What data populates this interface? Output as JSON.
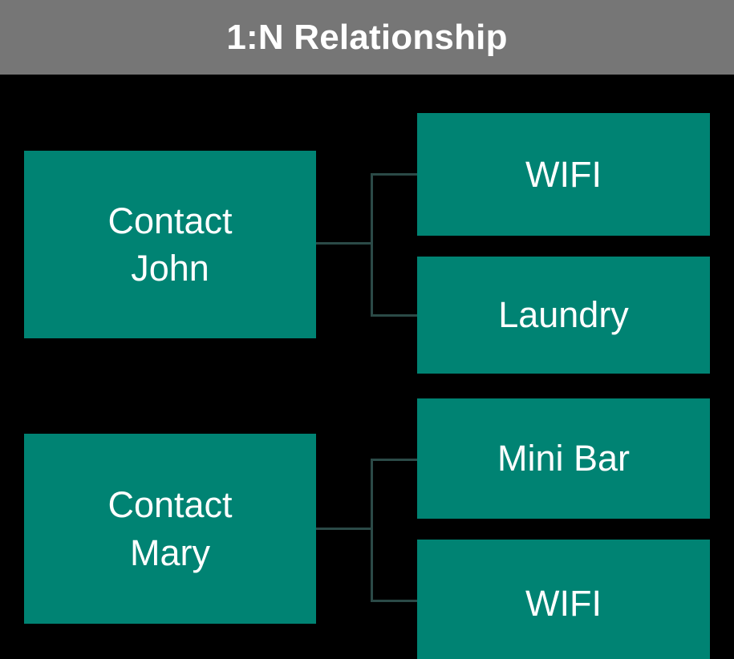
{
  "header": {
    "title": "1:N Relationship",
    "background_color": "#767676",
    "text_color": "#ffffff"
  },
  "canvas": {
    "background_color": "#000000",
    "node_color": "#008373",
    "node_text_color": "#ffffff",
    "connector_color": "#2b4a47"
  },
  "diagram": {
    "groups": [
      {
        "parent": {
          "label": "Contact\nJohn",
          "line1": "Contact",
          "line2": "John"
        },
        "children": [
          {
            "label": "WIFI"
          },
          {
            "label": "Laundry"
          }
        ]
      },
      {
        "parent": {
          "label": "Contact\nMary",
          "line1": "Contact",
          "line2": "Mary"
        },
        "children": [
          {
            "label": "Mini Bar"
          },
          {
            "label": "WIFI"
          }
        ]
      }
    ]
  }
}
